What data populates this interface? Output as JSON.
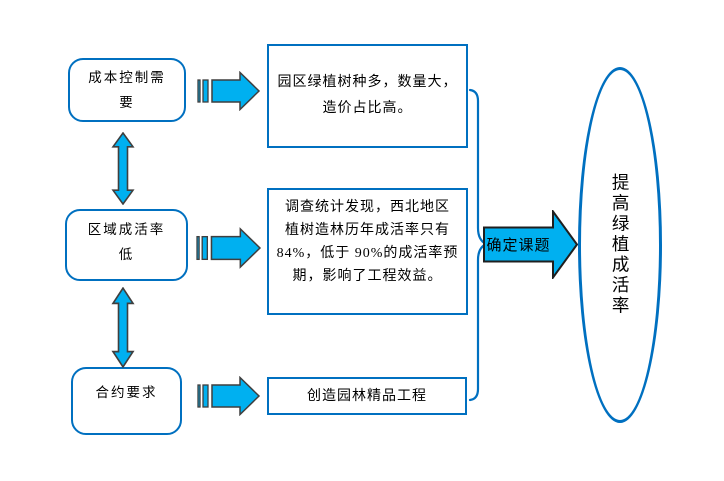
{
  "diagram": {
    "causes": [
      {
        "lines": [
          "成本控制需",
          "要"
        ]
      },
      {
        "lines": [
          "区域成活率",
          "低"
        ]
      },
      {
        "lines": [
          "合约要求"
        ]
      }
    ],
    "details": [
      {
        "lines": [
          "园区绿植树种多，数量大，",
          "造价占比高。"
        ]
      },
      {
        "lines": [
          "调查统计发现，西北地区",
          "植树造林历年成活率只有",
          "84%，低于 90%的成活率预",
          "期，影响了工程效益。"
        ]
      },
      {
        "lines": [
          "创造园林精品工程"
        ]
      }
    ],
    "decision_arrow": {
      "label": "确定课题"
    },
    "result": {
      "text": "提高绿植成活率"
    },
    "colors": {
      "shape_border": "#0070C0",
      "arrow_fill": "#00B0F0",
      "arrow_outline": "#3f3f3f",
      "text": "#000000",
      "background": "#ffffff"
    }
  }
}
